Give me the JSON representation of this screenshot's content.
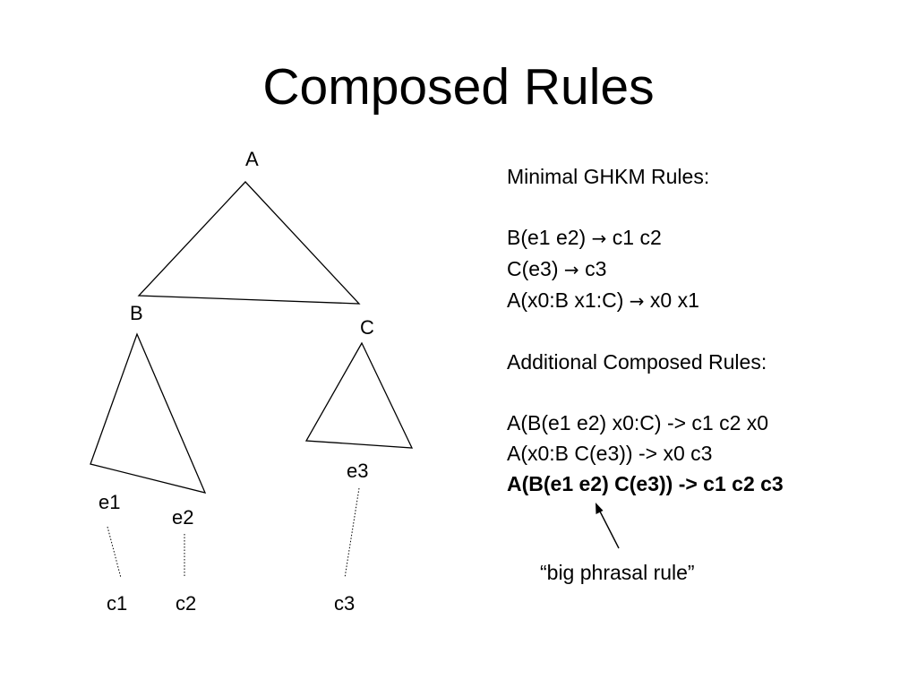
{
  "slide": {
    "title": "Composed Rules"
  },
  "tree": {
    "nodes": {
      "A": "A",
      "B": "B",
      "C": "C"
    },
    "leaves_e": {
      "e1": "e1",
      "e2": "e2",
      "e3": "e3"
    },
    "leaves_c": {
      "c1": "c1",
      "c2": "c2",
      "c3": "c3"
    }
  },
  "rules": {
    "minimal_heading": "Minimal GHKM Rules:",
    "minimal": [
      {
        "lhs": "B(e1 e2)",
        "arrow": "→",
        "rhs": "c1 c2"
      },
      {
        "lhs": "C(e3)",
        "arrow": "→",
        "rhs": "c3"
      },
      {
        "lhs": "A(x0:B x1:C)",
        "arrow": "→",
        "rhs": "x0 x1"
      }
    ],
    "composed_heading": "Additional Composed Rules:",
    "composed": [
      "A(B(e1 e2) x0:C) -> c1 c2 x0",
      "A(x0:B C(e3)) -> x0 c3",
      "A(B(e1 e2) C(e3)) -> c1 c2 c3"
    ]
  },
  "callout": {
    "text": "“big phrasal rule”"
  }
}
